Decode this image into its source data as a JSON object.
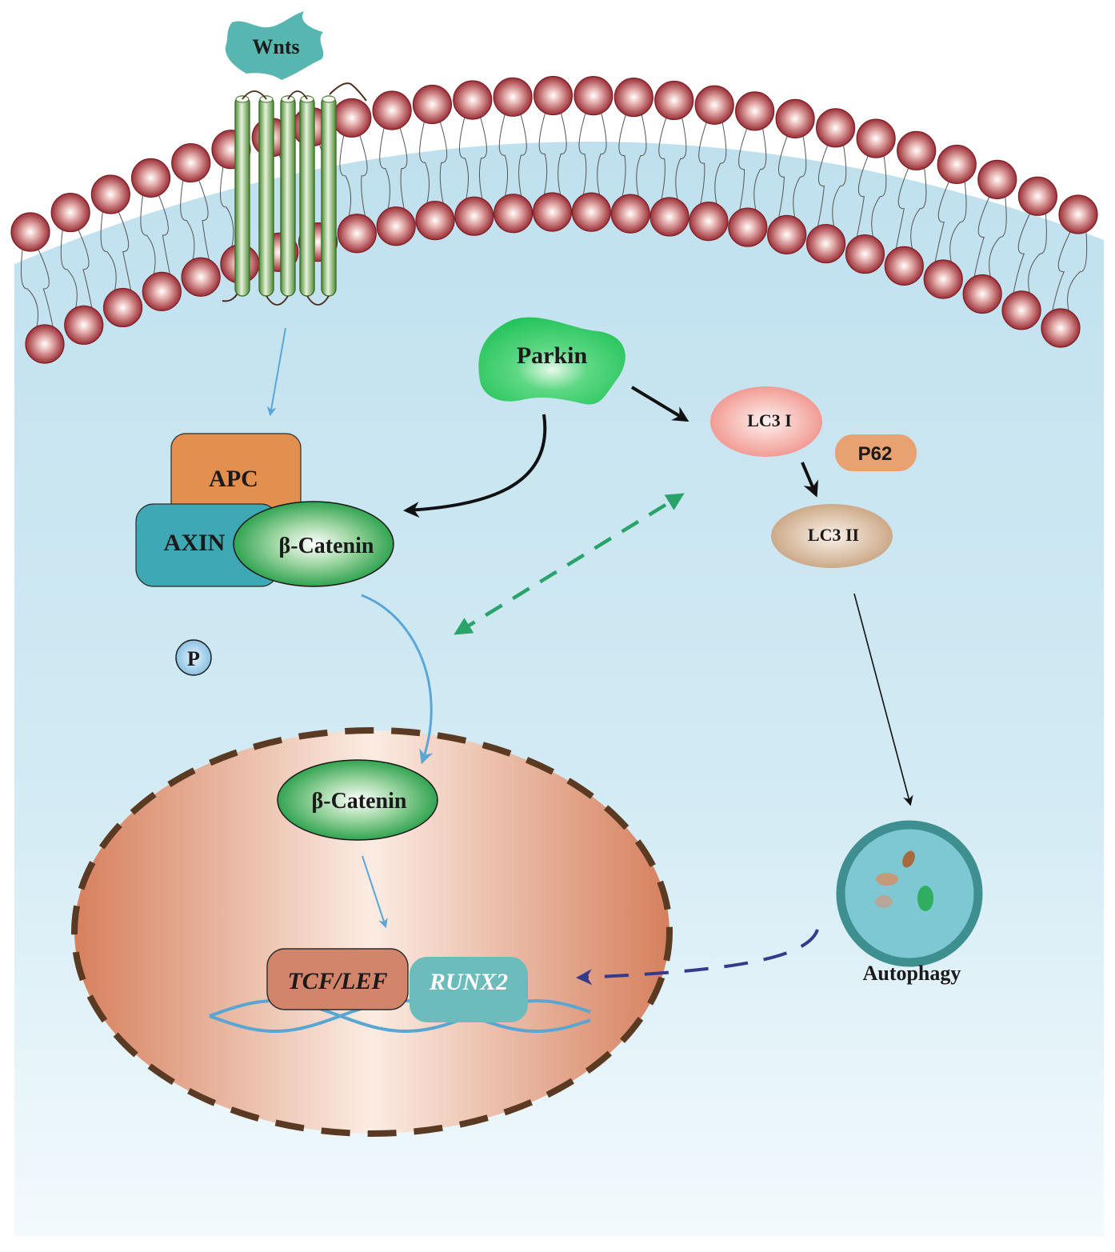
{
  "labels": {
    "wnts": "Wnts",
    "parkin": "Parkin",
    "lc3_1": "LC3 I",
    "p62": "P62",
    "lc3_2": "LC3 II",
    "apc": "APC",
    "axin": "AXIN",
    "beta_catenin_cyto": "β-Catenin",
    "phospho": "P",
    "beta_catenin_nuc": "β-Catenin",
    "tcf_lef": "TCF/LEF",
    "runx2": "RUNX2",
    "autophagy": "Autophagy"
  },
  "colors": {
    "cytoplasm_top": "#c6e4f0",
    "cytoplasm_bottom": "#f2fafd",
    "lipid_head": "#9a2f36",
    "receptor": "#5e9a3e",
    "wnt": "#53b3ad",
    "parkin": "#2ec863",
    "apc": "#e39150",
    "axin": "#3fa9b5",
    "beta_catenin": "#1f9a43",
    "lc3_1": "#f08c84",
    "p62": "#e8a270",
    "lc3_2": "#c7a07a",
    "nucleus": "#d77f5c",
    "tcf_lef": "#d2856a",
    "runx2": "#6cbcbc",
    "dna": "#5aa6d2",
    "autophagosome": "#3e8f8f",
    "arrow_blue": "#5aa6d8",
    "arrow_green": "#2aa36b",
    "arrow_navy": "#363a8c"
  }
}
